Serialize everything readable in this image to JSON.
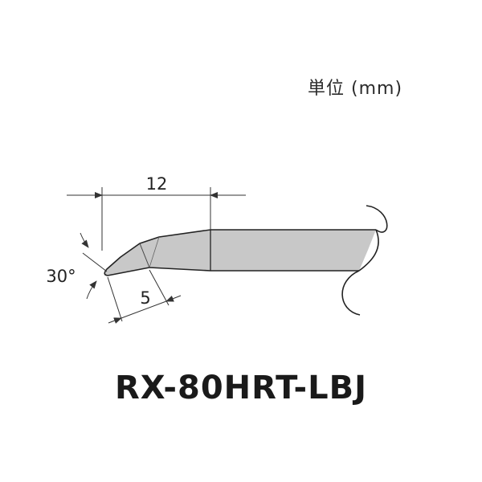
{
  "unit_label": "単位 (mm)",
  "model_name": "RX-80HRT-LBJ",
  "dimensions": {
    "length": "12",
    "bent_tip_length": "5",
    "tip_angle": "30°"
  },
  "colors": {
    "tip_fill": "#c8c8c8",
    "outline": "#222222",
    "dimension_lines": "#333333"
  }
}
